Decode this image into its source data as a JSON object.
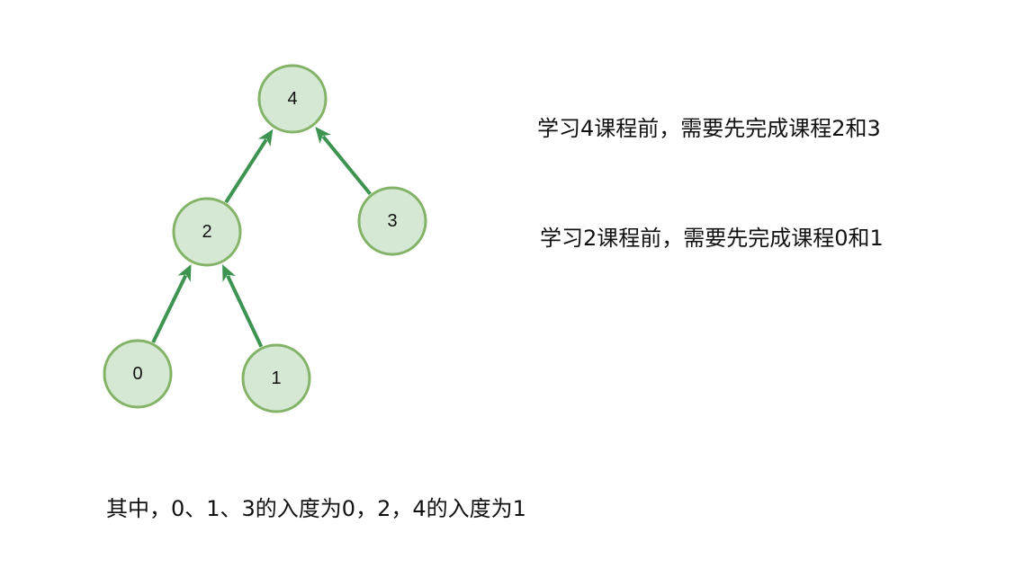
{
  "graph": {
    "nodes": [
      {
        "id": "4",
        "label": "4"
      },
      {
        "id": "2",
        "label": "2"
      },
      {
        "id": "3",
        "label": "3"
      },
      {
        "id": "0",
        "label": "0"
      },
      {
        "id": "1",
        "label": "1"
      }
    ],
    "edges": [
      {
        "from": "2",
        "to": "4"
      },
      {
        "from": "3",
        "to": "4"
      },
      {
        "from": "0",
        "to": "2"
      },
      {
        "from": "1",
        "to": "2"
      }
    ],
    "colors": {
      "node_fill": "#d5e8d4",
      "node_stroke": "#82b366",
      "edge": "#3d9450"
    }
  },
  "notes": {
    "course_4": "学习4课程前，需要先完成课程2和3",
    "course_2": "学习2课程前，需要先完成课程0和1",
    "indegree": "其中，0、1、3的入度为0，2，4的入度为1"
  }
}
